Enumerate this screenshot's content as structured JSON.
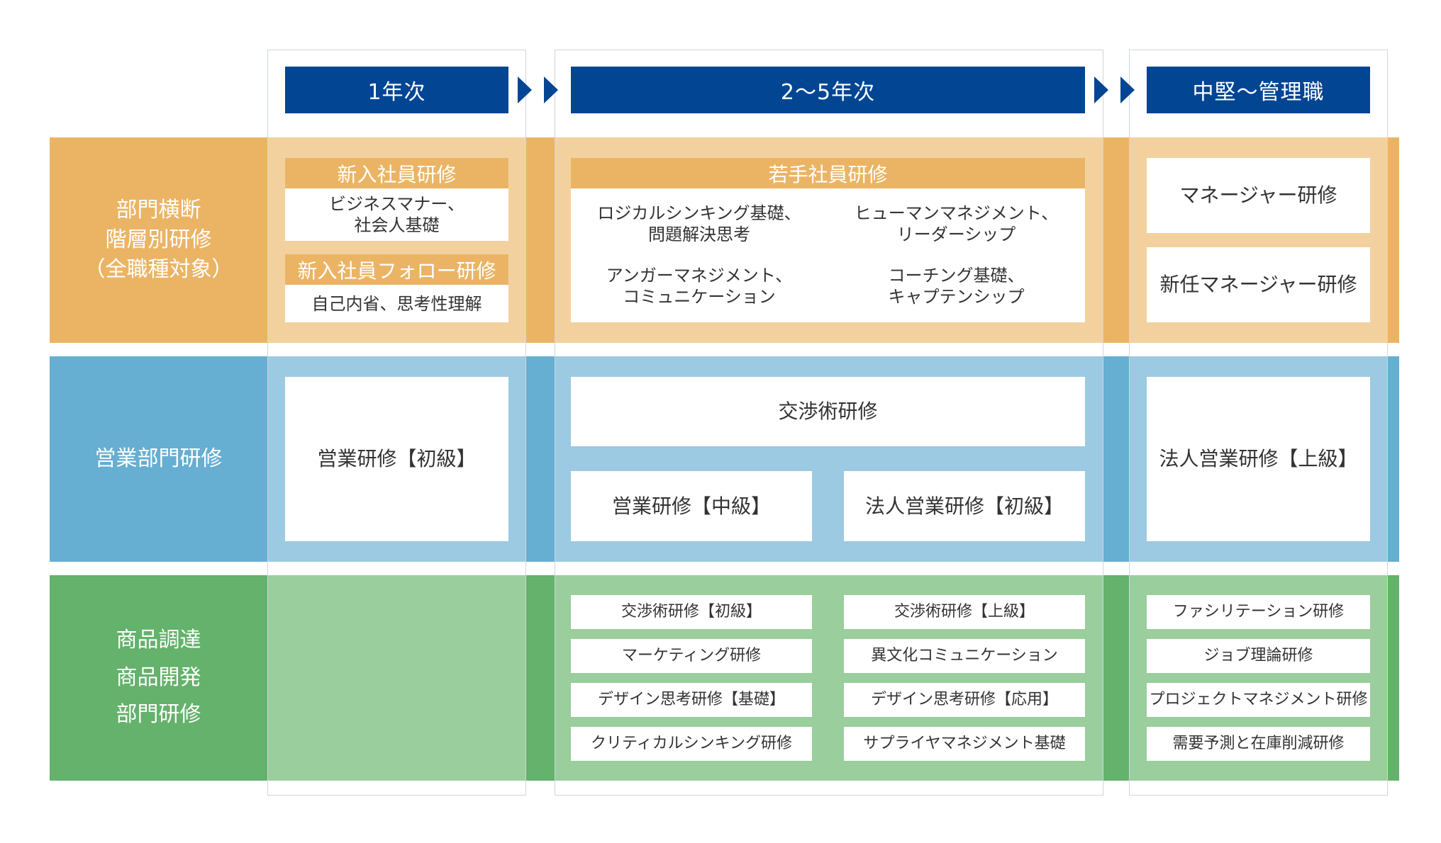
{
  "columns": [
    {
      "label": "1年次"
    },
    {
      "label": "2〜5年次"
    },
    {
      "label": "中堅〜管理職"
    }
  ],
  "rows": {
    "crossdept": {
      "label": "部門横断\n階層別研修\n（全職種対象）",
      "year1": {
        "newhire_header": "新入社員研修",
        "newhire_body": "ビジネスマナー、\n社会人基礎",
        "followup_header": "新入社員フォロー研修",
        "followup_body": "自己内省、思考性理解"
      },
      "year2to5": {
        "header": "若手社員研修",
        "items": [
          "ロジカルシンキング基礎、\n問題解決思考",
          "ヒューマンマネジメント、\nリーダーシップ",
          "アンガーマネジメント、\nコミュニケーション",
          "コーチング基礎、\nキャプテンシップ"
        ]
      },
      "senior": [
        "マネージャー研修",
        "新任マネージャー研修"
      ]
    },
    "sales": {
      "label": "営業部門研修",
      "year1": "営業研修【初級】",
      "year2to5": {
        "top": "交渉術研修",
        "left": "営業研修【中級】",
        "right": "法人営業研修【初級】"
      },
      "senior": "法人営業研修【上級】"
    },
    "merch": {
      "label": "商品調達\n商品開発\n部門研修",
      "year2to5_left": [
        "交渉術研修【初級】",
        "マーケティング研修",
        "デザイン思考研修【基礎】",
        "クリティカルシンキング研修"
      ],
      "year2to5_right": [
        "交渉術研修【上級】",
        "異文化コミュニケーション",
        "デザイン思考研修【応用】",
        "サプライヤマネジメント基礎"
      ],
      "senior": [
        "ファシリテーション研修",
        "ジョブ理論研修",
        "プロジェクトマネジメント研修",
        "需要予測と在庫削減研修"
      ]
    }
  },
  "colors": {
    "header_blue": "#014593",
    "orange": "#ebb465",
    "orange_pale": "#f3d19f",
    "blue": "#66aed2",
    "blue_pale": "#9ccae2",
    "green": "#64b26b",
    "green_pale": "#9ace9c"
  }
}
